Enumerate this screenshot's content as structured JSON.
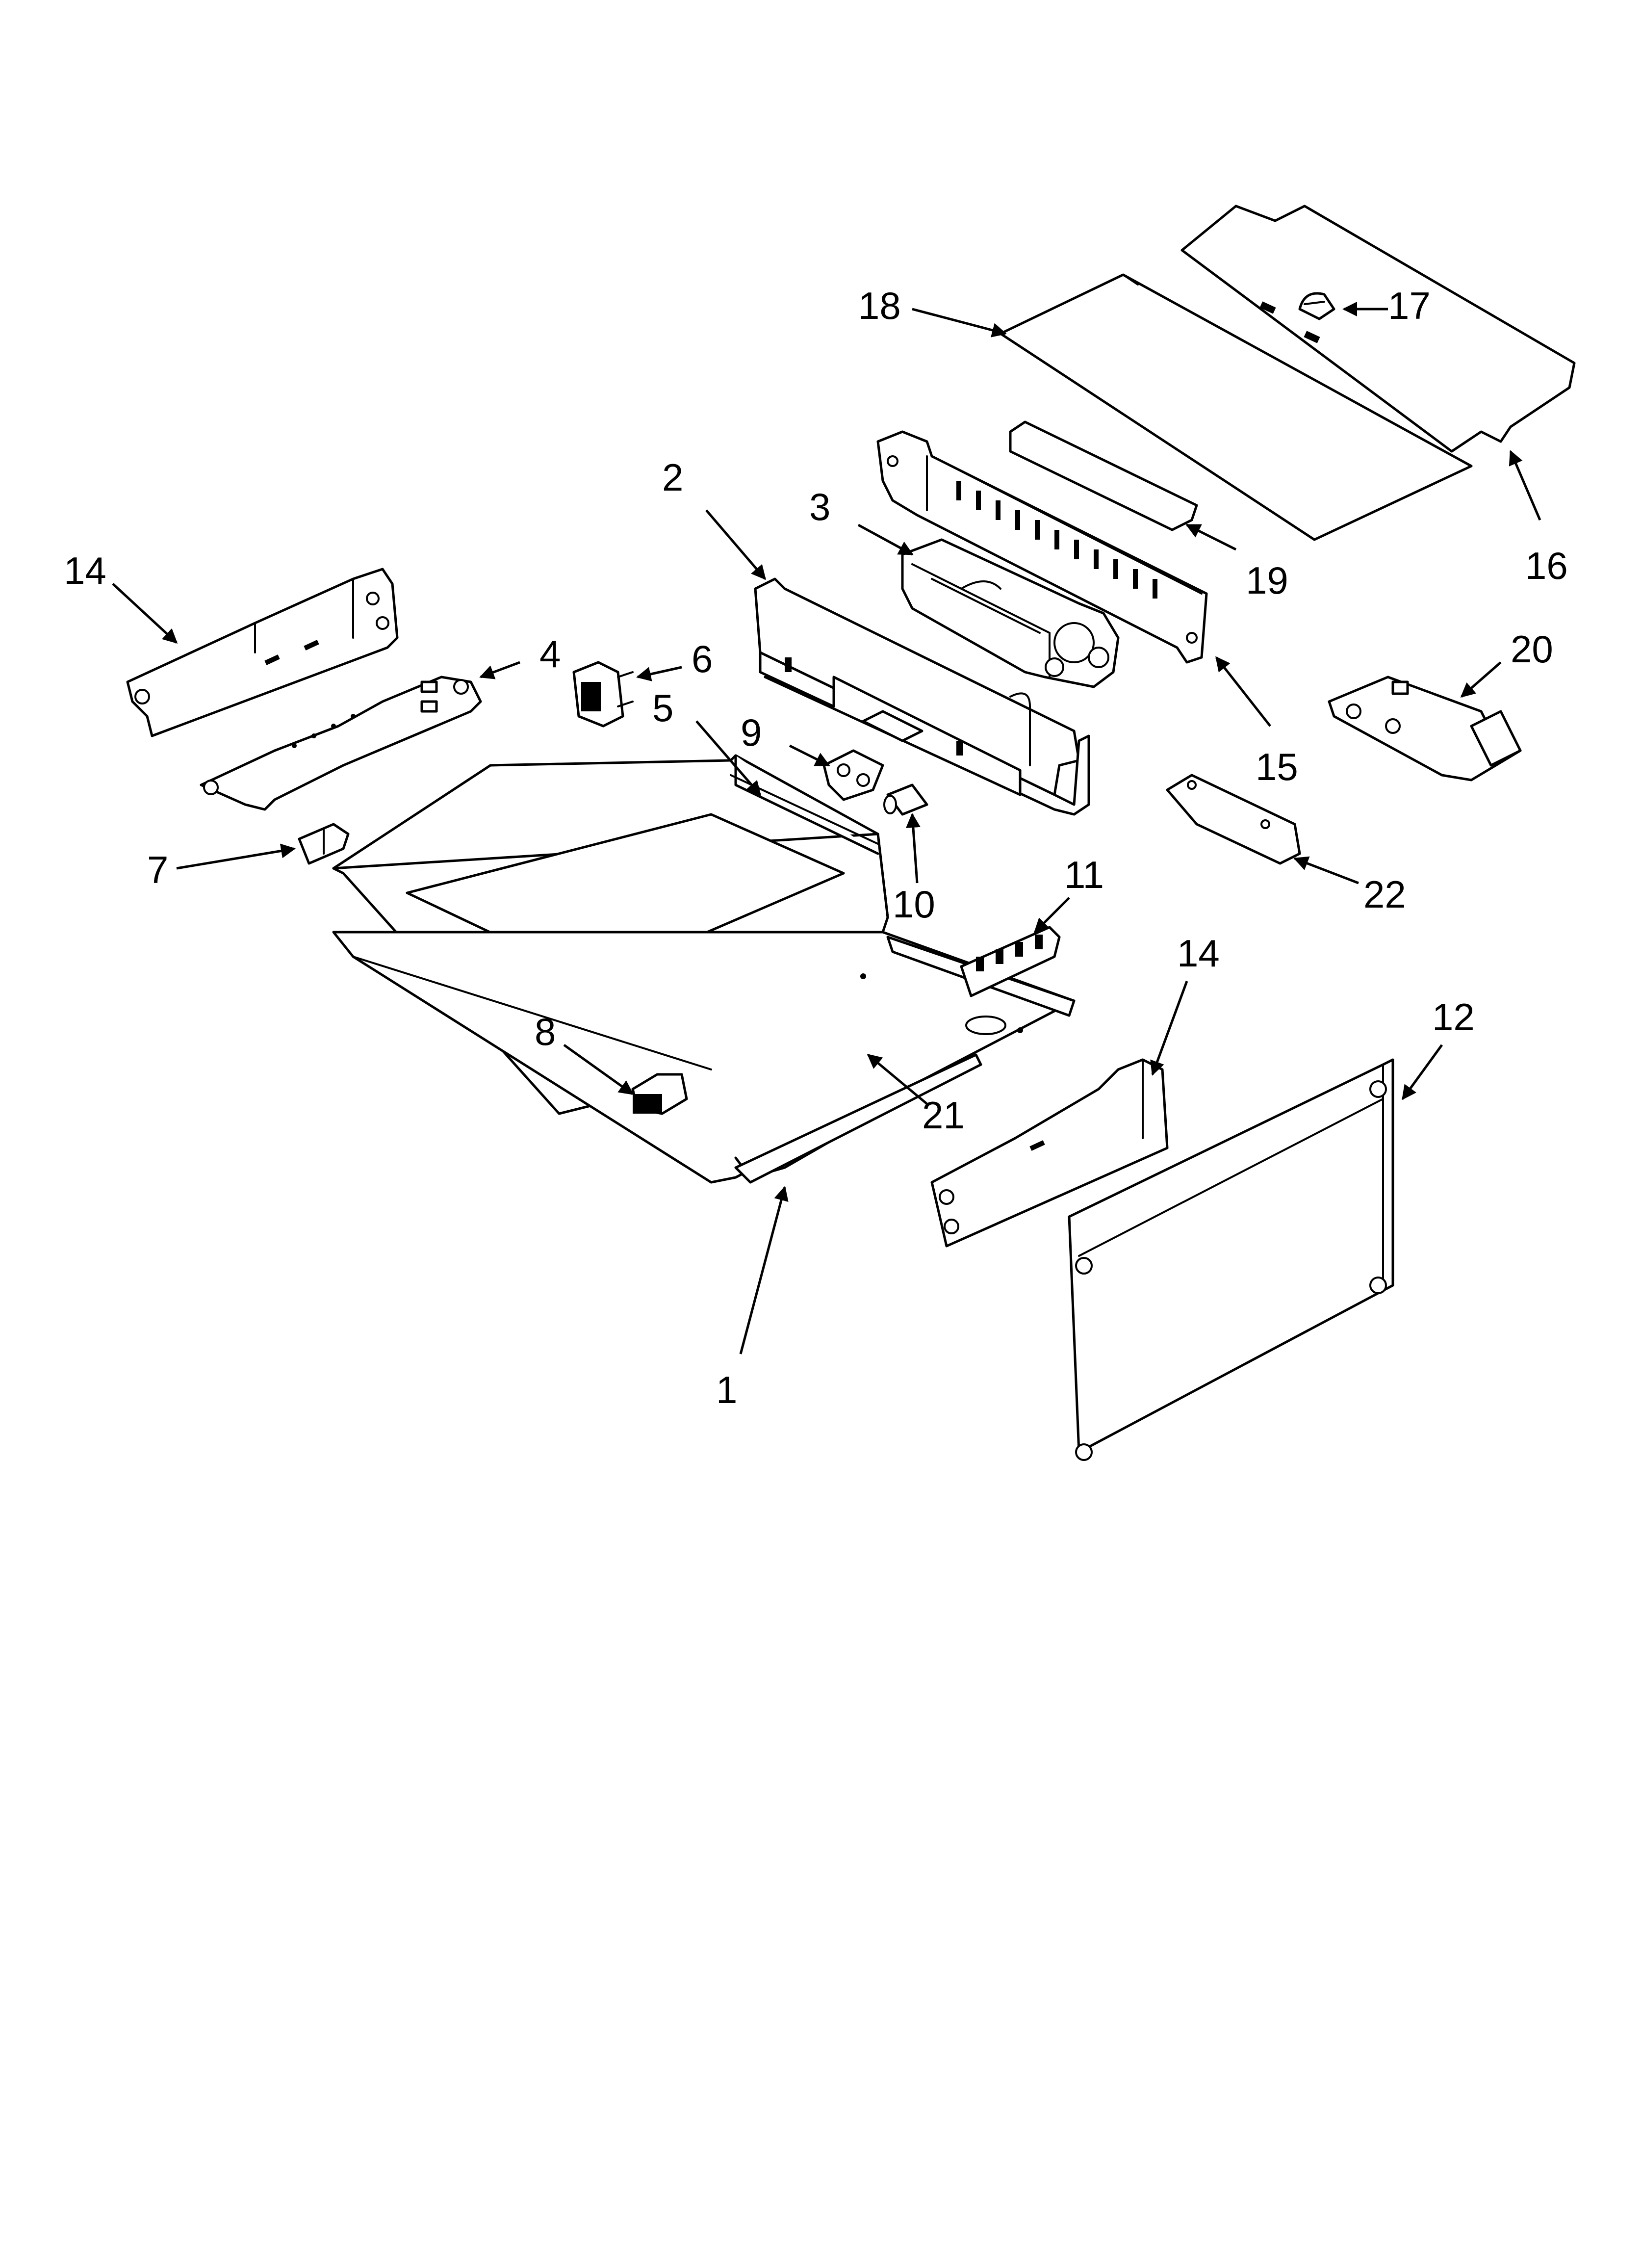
{
  "diagram": {
    "background": "#ffffff",
    "line_color": "#000000",
    "callouts": {
      "c1": "1",
      "c2": "2",
      "c3": "3",
      "c4": "4",
      "c5": "5",
      "c6": "6",
      "c7": "7",
      "c8": "8",
      "c9": "9",
      "c10": "10",
      "c11": "11",
      "c12": "12",
      "c14a": "14",
      "c14b": "14",
      "c15": "15",
      "c16": "16",
      "c17": "17",
      "c18": "18",
      "c19": "19",
      "c20": "20",
      "c21": "21",
      "c22": "22"
    }
  }
}
